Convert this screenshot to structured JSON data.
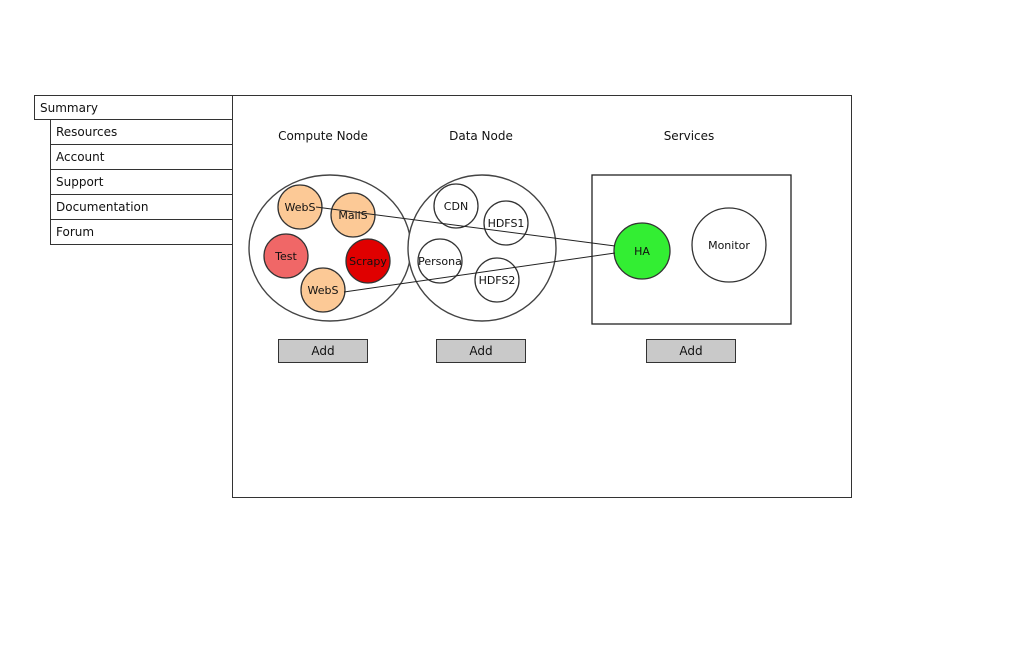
{
  "nav": {
    "items": [
      {
        "id": "summary",
        "label": "Summary",
        "active": true
      },
      {
        "id": "resources",
        "label": "Resources"
      },
      {
        "id": "account",
        "label": "Account"
      },
      {
        "id": "support",
        "label": "Support"
      },
      {
        "id": "documentation",
        "label": "Documentation"
      },
      {
        "id": "forum",
        "label": "Forum"
      }
    ]
  },
  "columns": {
    "compute": {
      "title": "Compute Node",
      "add_label": "Add"
    },
    "data": {
      "title": "Data Node",
      "add_label": "Add"
    },
    "services": {
      "title": "Services",
      "add_label": "Add"
    }
  },
  "nodes": {
    "compute": [
      {
        "id": "webs-1",
        "label": "WebS",
        "color": "#fcc996"
      },
      {
        "id": "mails",
        "label": "MailS",
        "color": "#fcc996"
      },
      {
        "id": "test",
        "label": "Test",
        "color": "#f06767"
      },
      {
        "id": "scrapy",
        "label": "Scrapy",
        "color": "#e00000"
      },
      {
        "id": "webs-2",
        "label": "WebS",
        "color": "#fcc996"
      }
    ],
    "data": [
      {
        "id": "cdn",
        "label": "CDN",
        "color": "#ffffff"
      },
      {
        "id": "hdfs1",
        "label": "HDFS1",
        "color": "#ffffff"
      },
      {
        "id": "persona",
        "label": "Persona",
        "color": "#ffffff"
      },
      {
        "id": "hdfs2",
        "label": "HDFS2",
        "color": "#ffffff"
      }
    ],
    "services": [
      {
        "id": "ha",
        "label": "HA",
        "color": "#33ee33"
      },
      {
        "id": "monitor",
        "label": "Monitor",
        "color": "#ffffff"
      }
    ]
  },
  "connections": [
    {
      "from": "webs-1",
      "to": "ha"
    },
    {
      "from": "webs-2",
      "to": "ha"
    }
  ]
}
